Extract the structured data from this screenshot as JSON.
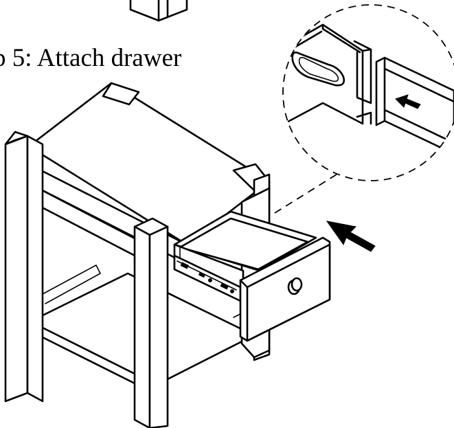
{
  "instruction": {
    "step_title": "p 5: Attach drawer"
  },
  "illustration": {
    "icons": [
      "nightstand",
      "drawer",
      "drawer-slide",
      "arrow",
      "knob",
      "detail-callout"
    ]
  }
}
